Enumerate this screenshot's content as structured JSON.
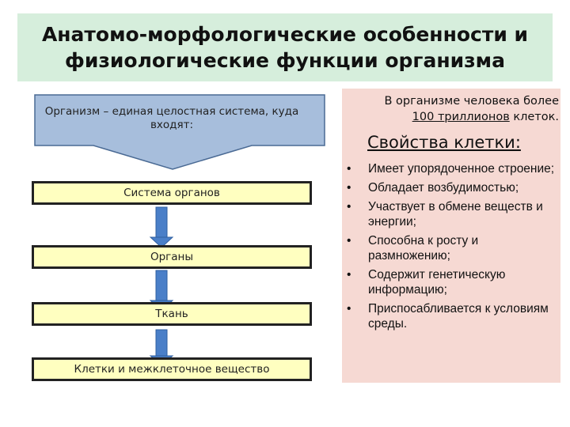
{
  "title": "Анатомо-морфологические особенности и физиологические функции организма",
  "organism_label": "Организм – единая целостная система, куда входят:",
  "levels": [
    "Система органов",
    "Органы",
    "Ткань",
    "Клетки и межклеточное вещество"
  ],
  "cells_note": {
    "line1": "В организме человека более",
    "count": "100 триллионов",
    "rest": " клеток."
  },
  "properties_heading": "Свойства клетки:",
  "properties": [
    "Имеет упорядоченное строение;",
    "Обладает возбудимостью;",
    "Участвует в обмене веществ и энергии;",
    "Способна к росту и размножению;",
    "Содержит генетическую информацию;",
    "Приспосабливается к условиям среды."
  ],
  "colors": {
    "title_bg": "#d6eedc",
    "block_arrow": "#a7bedc",
    "level_fill": "#ffffc0",
    "connector_arrow": "#4a7fc8",
    "properties_bg": "#f6d9d3"
  }
}
